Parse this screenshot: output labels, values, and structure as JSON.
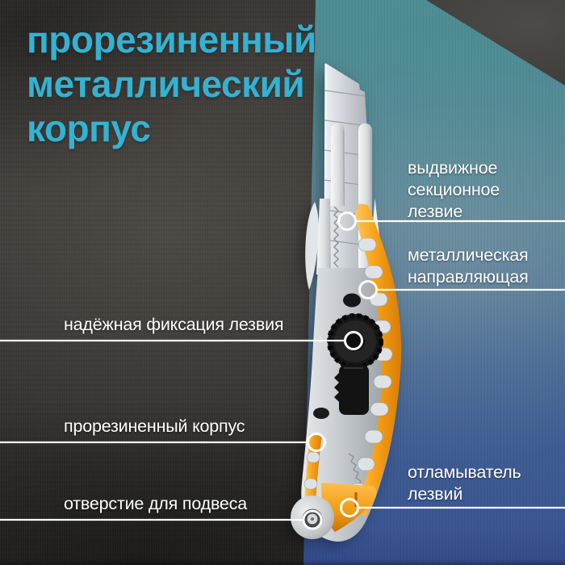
{
  "title": "Карточка товара: канцелярский нож с прорезиненным металлическим корпусом",
  "heading": {
    "text": "прорезиненный\nметаллический\nкорпус",
    "color": "#34b2d2"
  },
  "callouts": {
    "blade": {
      "text": "выдвижное\nсекционное\nлезвие"
    },
    "guide": {
      "text": "металлическая\nнаправляющая"
    },
    "lock": {
      "text": "надёжная фиксация лезвия"
    },
    "body": {
      "text": "прорезиненный корпус"
    },
    "hole": {
      "text": "отверстие для подвеса"
    },
    "snapper": {
      "text": "отламыватель лезвий"
    }
  },
  "colors": {
    "accent_cyan": "#34b2d2",
    "label_white": "#ffffff",
    "knife_orange": "#f59d0f",
    "knife_metal": "#c9cdd1",
    "panel_left_dark": "#343230",
    "panel_right_teal": "#4d8d94",
    "panel_right_blue": "#3a5692",
    "corner_dark": "#393835"
  }
}
